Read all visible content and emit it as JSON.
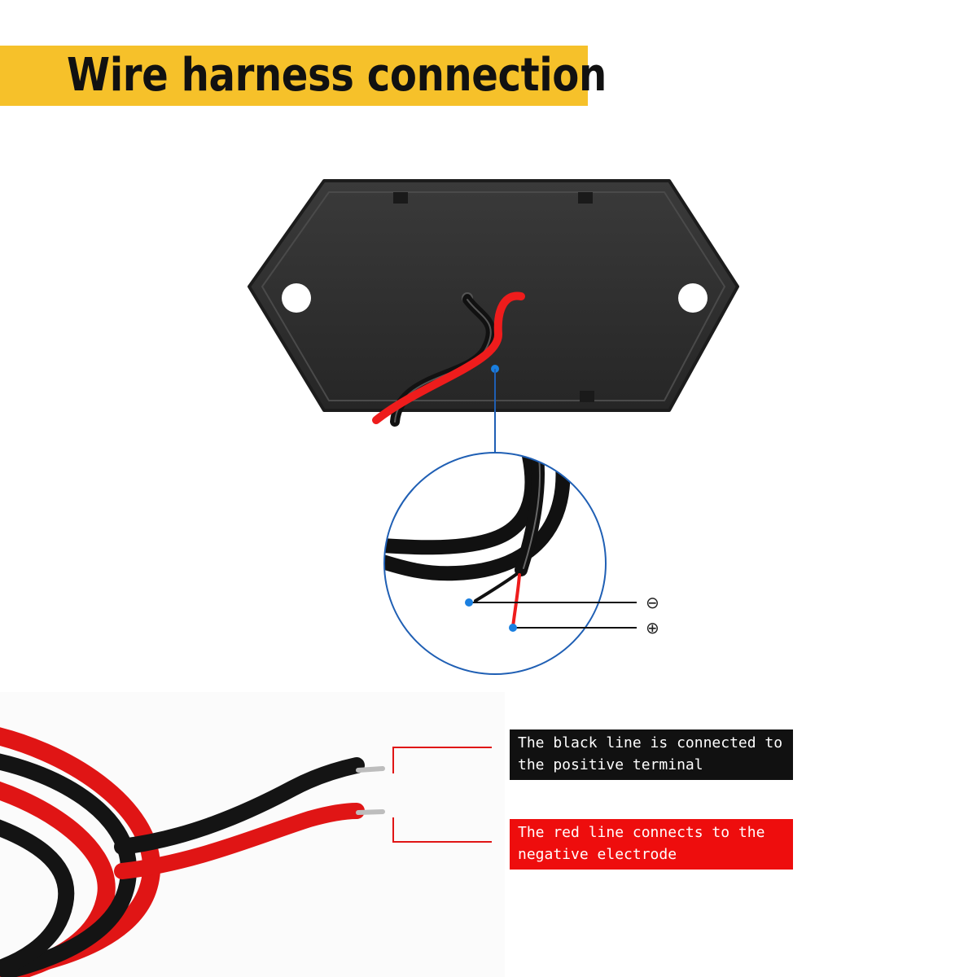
{
  "title": "Wire harness connection",
  "terminals": {
    "negative_symbol": "⊖",
    "positive_symbol": "⊕"
  },
  "notes": {
    "black_line": "The black line is connected to\nthe positive terminal",
    "red_line": "The red line connects to the\nnegative electrode"
  },
  "colors": {
    "banner": "#f6c12a",
    "callout_blue": "#1f5fb4",
    "wire_red": "#ee1c1c",
    "wire_black": "#111111",
    "note_red_bg": "#ee0d0d"
  }
}
